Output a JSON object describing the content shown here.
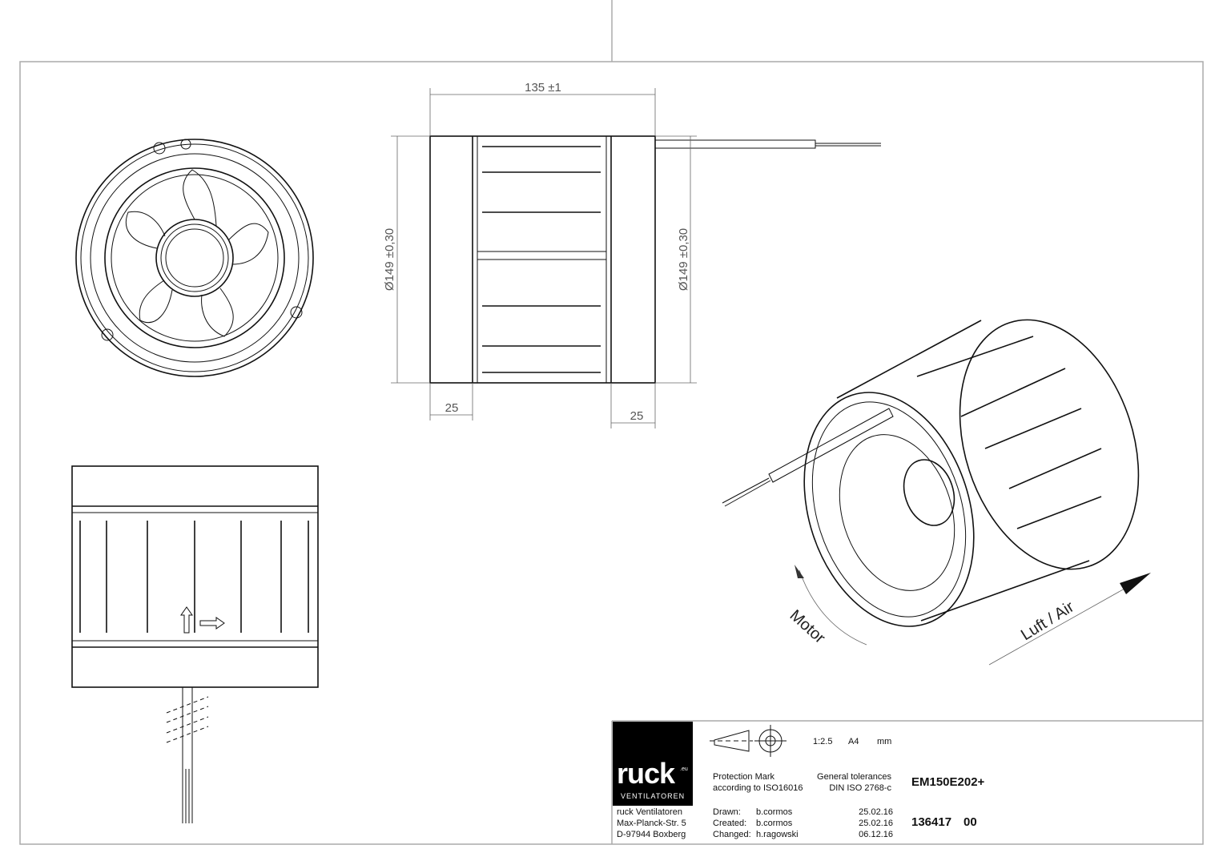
{
  "dimensions": {
    "length": "135 ±1",
    "diameter_left": "Ø149 ±0,30",
    "diameter_right": "Ø149 ±0,30",
    "band_left": "25",
    "band_right": "25"
  },
  "annotations": {
    "motor": "Motor",
    "air": "Luft / Air"
  },
  "title_block": {
    "logo_text": "ruck",
    "logo_sup": ".eu",
    "logo_sub": "VENTILATOREN",
    "scale": "1:2.5",
    "format": "A4",
    "unit": "mm",
    "protection_mark_1": "Protection Mark",
    "protection_mark_2": "according to ISO16016",
    "tolerances_1": "General tolerances",
    "tolerances_2": "DIN ISO 2768-c",
    "model": "EM150E202+",
    "company": [
      "ruck Ventilatoren",
      "Max-Planck-Str. 5",
      "D-97944 Boxberg"
    ],
    "rows": [
      {
        "label": "Drawn:",
        "name": "b.cormos",
        "date": "25.02.16"
      },
      {
        "label": "Created:",
        "name": "b.cormos",
        "date": "25.02.16"
      },
      {
        "label": "Changed:",
        "name": "h.ragowski",
        "date": "06.12.16"
      }
    ],
    "drawing_number": "136417",
    "revision": "00"
  }
}
